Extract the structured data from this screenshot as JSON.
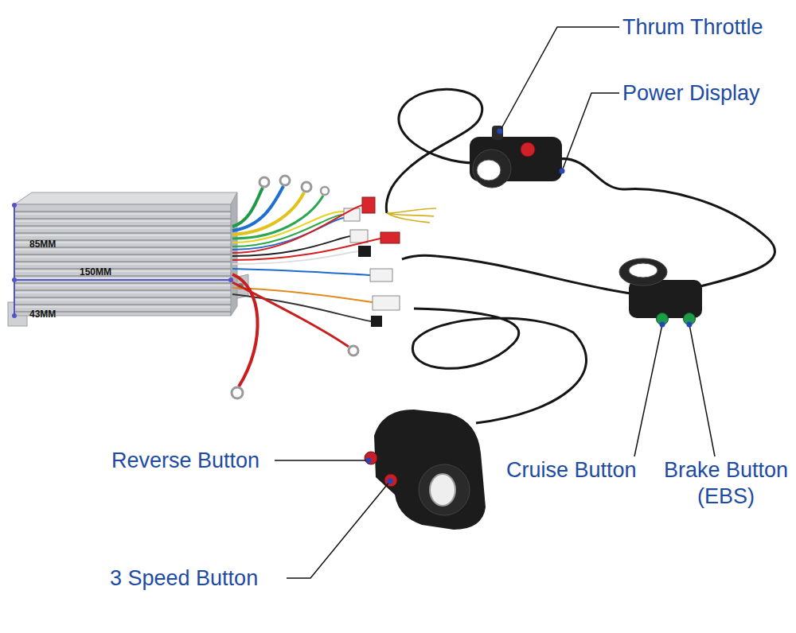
{
  "diagram": {
    "labels": [
      "Thrum Throttle",
      "Power Display",
      "85MM",
      "150MM",
      "43MM",
      "Reverse Button",
      "3 Speed Button",
      "Cruise Button",
      "Brake Button (EBS)"
    ]
  }
}
